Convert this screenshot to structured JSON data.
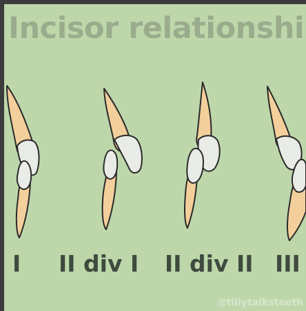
{
  "title": "Incisor relationship",
  "classes": [
    {
      "label": "I"
    },
    {
      "label": "II div I"
    },
    {
      "label": "II div II"
    },
    {
      "label": "III"
    }
  ],
  "watermark": "@tillytalksteeth",
  "colors": {
    "background": "#bdd7ab",
    "title": "#9aac8c",
    "label": "#3f4a3f",
    "root": "#f3cf9b",
    "crown": "#e8ebe6",
    "outline": "#2a2a2a"
  }
}
